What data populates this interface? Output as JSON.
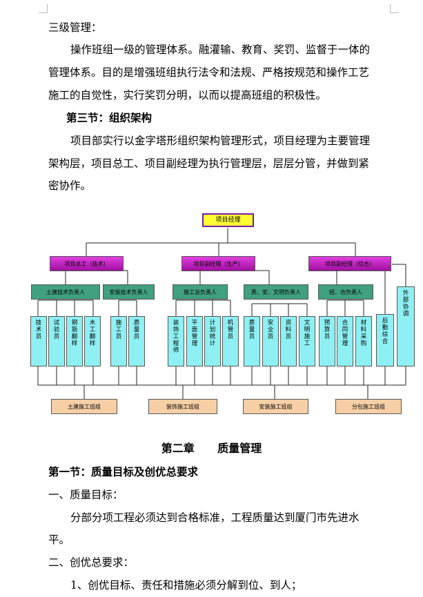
{
  "text": {
    "p1": "三级管理：",
    "p2": "操作班组一级的管理体系。融灌输、教育、奖罚、监督于一体的",
    "p3": "管理体系。目的是增强班组执行法令和法规、严格按规范和操作工艺",
    "p4": "施工的自觉性，实行奖罚分明，以而以提高班组的积极性。",
    "h1": "第三节：组织架构",
    "p5": "项目部实行以金字塔形组织架构管理形式，项目经理为主要管理",
    "p6": "架构层，项目总工、项目副经理为执行管理层，层层分管，并做到紧",
    "p7": "密协作。",
    "chapter": "第二章      质量管理",
    "sec1": "第一节：质量目标及创优总要求",
    "s1": "一、质量目标：",
    "s2": "分部分项工程必须达到合格标准，工程质量达到厦门市先进水",
    "s3": "平。",
    "s4": "二、创优总要求：",
    "s5": "1、创优目标、责任和措施必须分解到位、到人；"
  },
  "org": {
    "top": "项目经理",
    "level2": [
      "项目总工（技术）",
      "项目副经理（生产）",
      "项目副经理（综合）"
    ],
    "level3": [
      "土建技术负责人",
      "安装技术负责人",
      "施工总负责人",
      "质、安、文明负责人",
      "经、合负责人"
    ],
    "roles": [
      "技术员",
      "试验员",
      "钢筋翻样",
      "木工翻样",
      "施工员",
      "质量员",
      "装饰工程师",
      "平面管理",
      "计划统计",
      "机管员",
      "质量员",
      "安全员",
      "资料员",
      "文明施工",
      "预算员",
      "合同管理",
      "材料采购",
      "后勤综合",
      "外部协调"
    ],
    "teams": [
      "土建施工班组",
      "装饰施工班组",
      "安装施工班组",
      "分包施工班组"
    ],
    "colors": {
      "top": "#ffff33",
      "level2": "#e040e0",
      "level3": "#40a080",
      "roles": "#8ef0f3",
      "teams": "#f6cfa6"
    }
  }
}
